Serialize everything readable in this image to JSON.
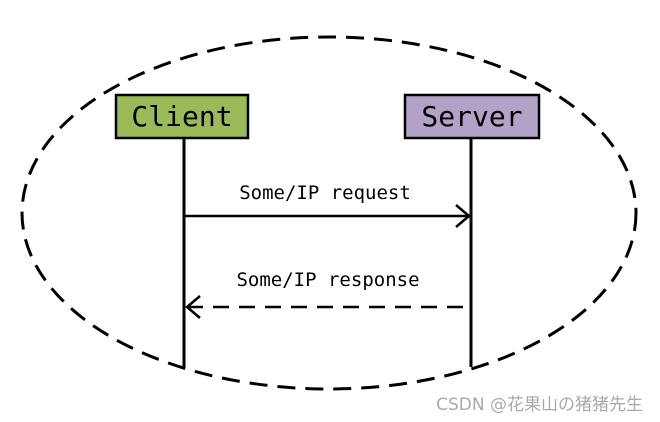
{
  "diagram": {
    "participants": [
      {
        "id": "client",
        "label": "Client",
        "fill": "#9bbb59"
      },
      {
        "id": "server",
        "label": "Server",
        "fill": "#b3a2c7"
      }
    ],
    "messages": [
      {
        "id": "request",
        "label": "Some/IP request",
        "from": "client",
        "to": "server",
        "style": "solid"
      },
      {
        "id": "response",
        "label": "Some/IP response",
        "from": "server",
        "to": "client",
        "style": "dashed"
      }
    ],
    "boundary_style": "dashed-ellipse"
  },
  "watermark": {
    "text": "CSDN @花果山の猪猪先生"
  }
}
